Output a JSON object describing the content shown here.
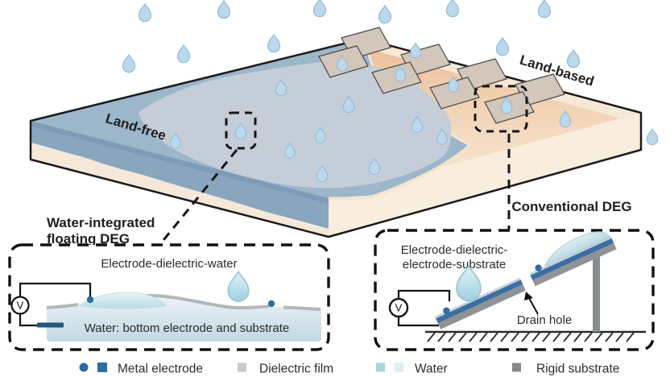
{
  "figure": {
    "scene": {
      "land_free_label": "Land-free",
      "land_based_label": "Land-based"
    },
    "floating_inset": {
      "title_line1": "Water-integrated",
      "title_line2": "floating DEG",
      "structure_label": "Electrode-dielectric-water",
      "water_label": "Water: bottom electrode and substrate",
      "voltage_symbol": "V"
    },
    "conventional_inset": {
      "title": "Conventional DEG",
      "structure_label_line1": "Electrode-dielectric-",
      "structure_label_line2": "electrode-substrate",
      "drain_label": "Drain hole",
      "voltage_symbol": "V"
    },
    "legend": {
      "metal_electrode": {
        "label": "Metal electrode",
        "color": "#2e6da4"
      },
      "dielectric_film": {
        "label": "Dielectric film",
        "color": "#c6c8ca"
      },
      "water": {
        "label": "Water",
        "color_sea": "#a9d3d9",
        "color_fresh": "#dcedf3"
      },
      "rigid_substrate": {
        "label": "Rigid substrate",
        "color": "#85888c"
      }
    },
    "colors": {
      "raindrop": "#bcd9ec",
      "ocean": "#9cb6ca",
      "land": "#f0c7a4",
      "electrode_blue": "#2e6da4"
    }
  }
}
